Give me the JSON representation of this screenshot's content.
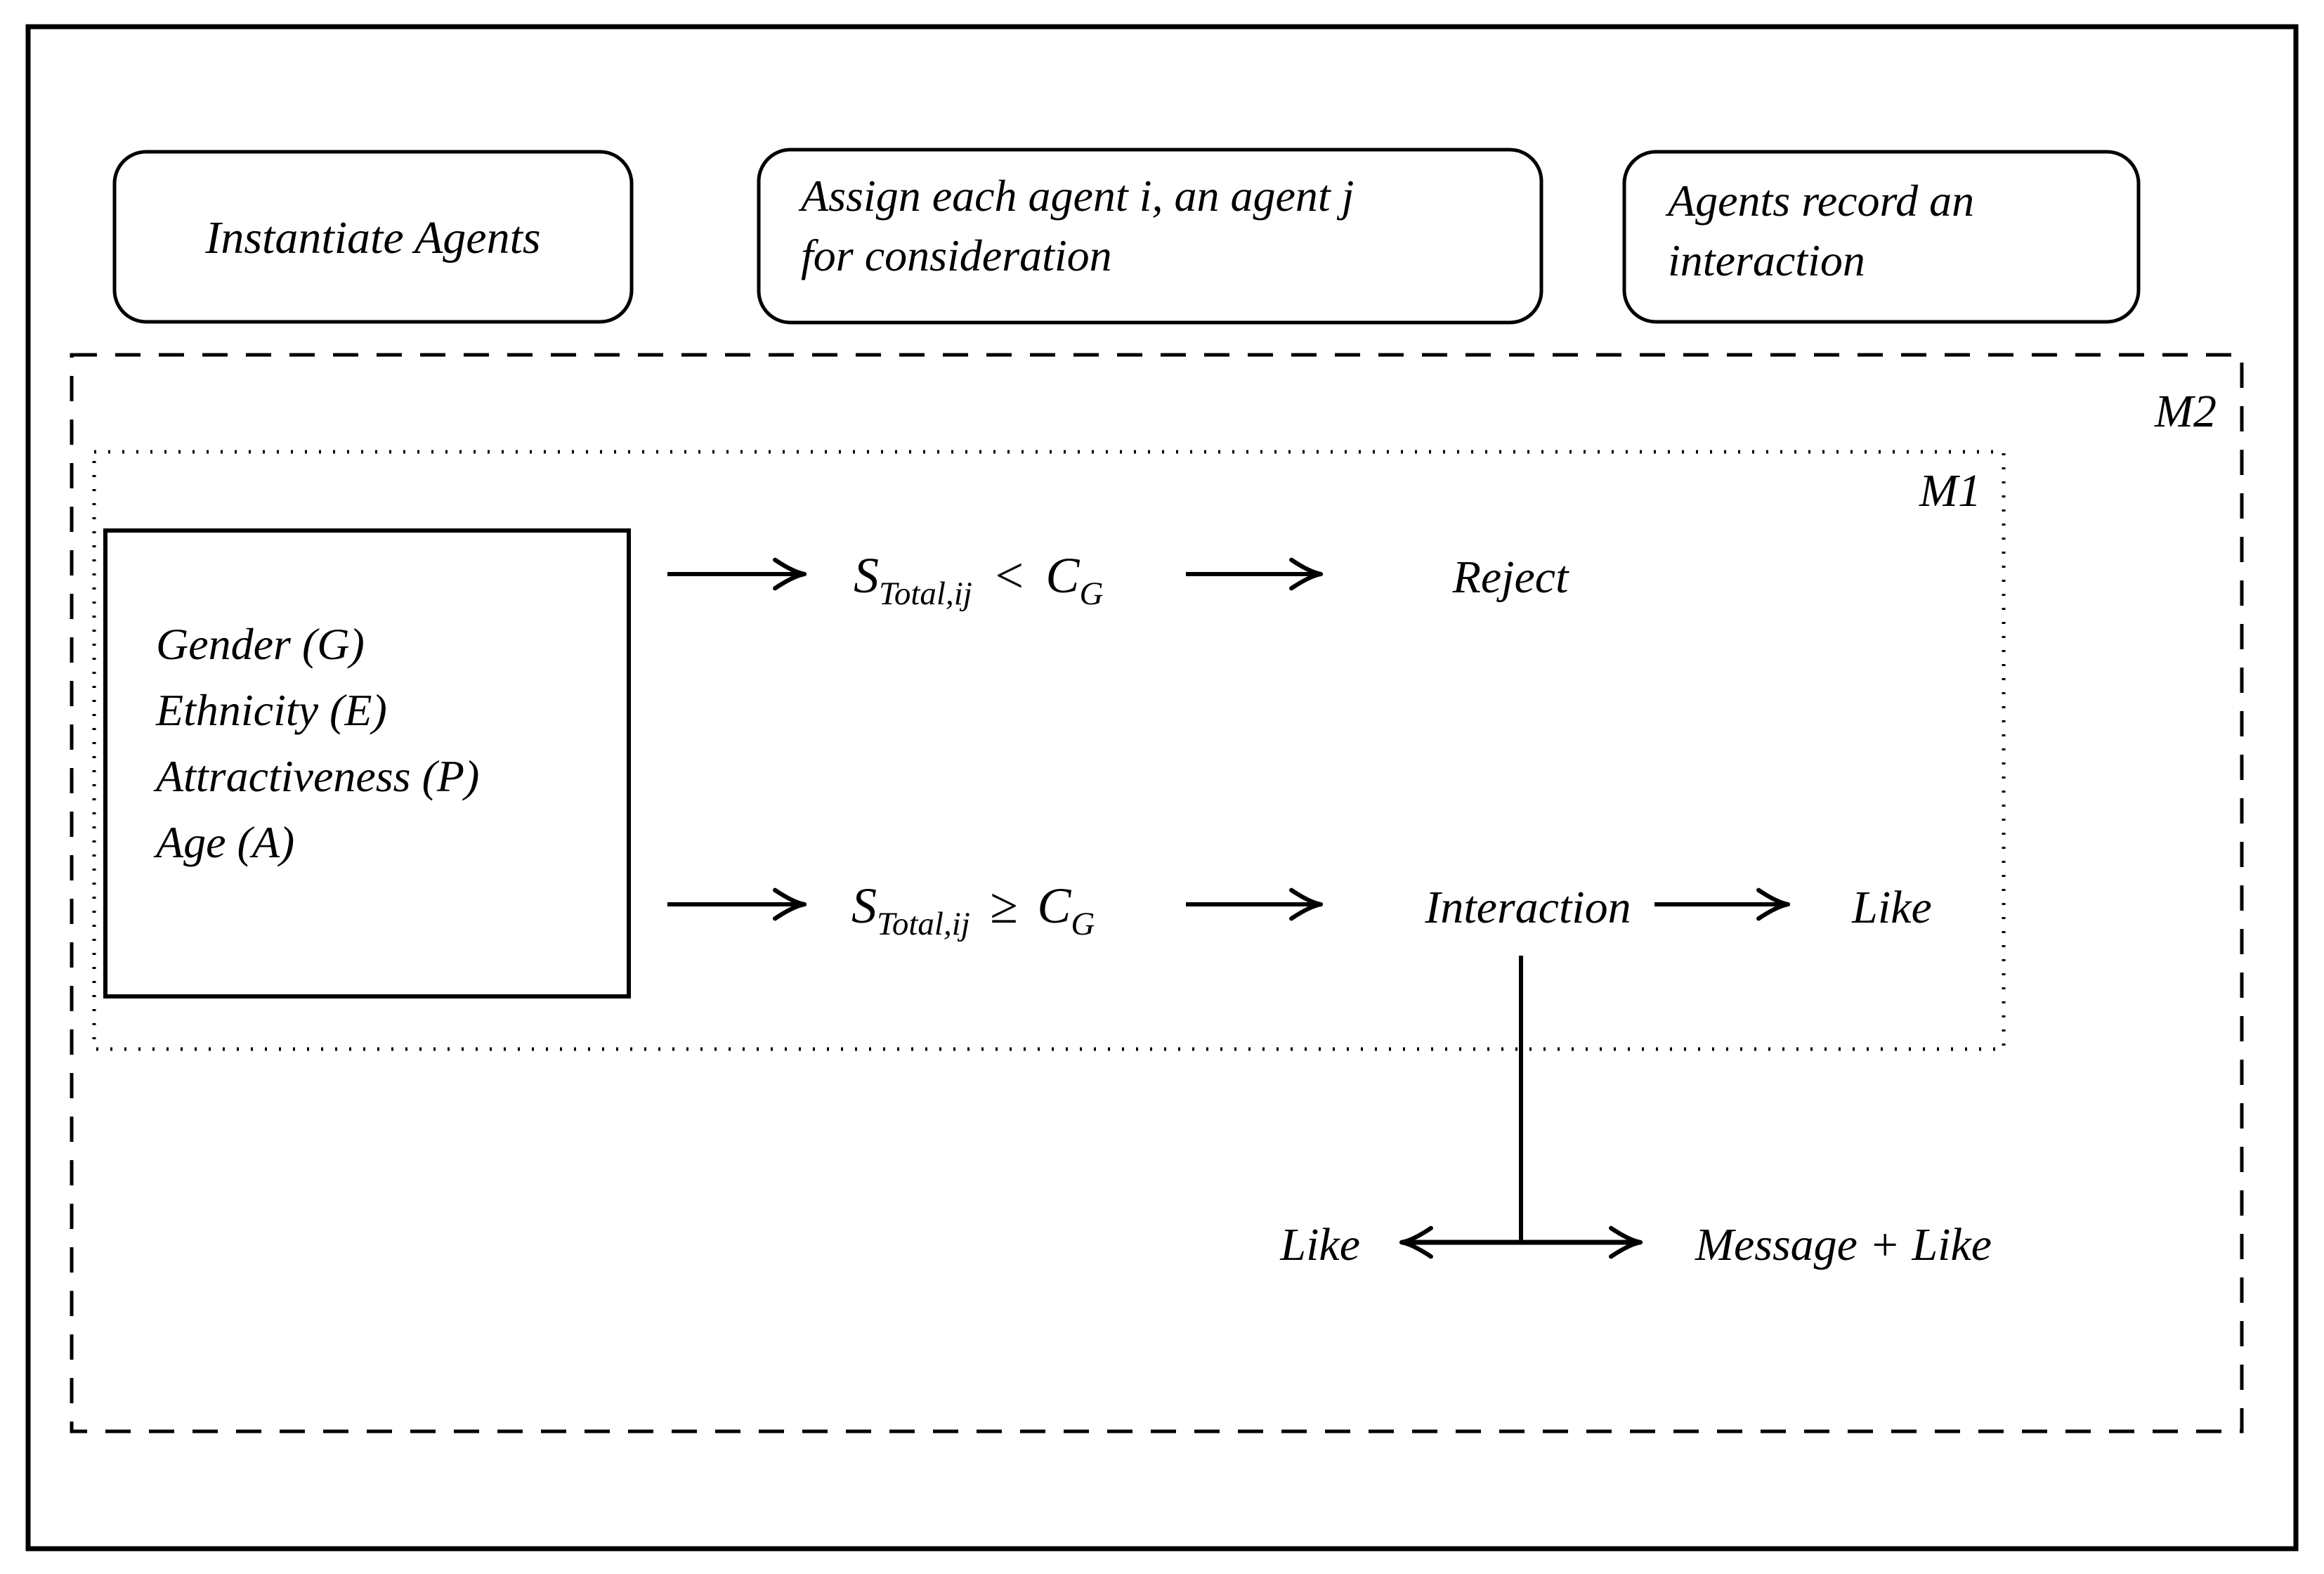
{
  "colors": {
    "ink": "#000000",
    "paper": "#ffffff"
  },
  "top_row": {
    "instantiate_box": {
      "label": "Instantiate Agents"
    },
    "assign_box": {
      "line1": "Assign each agent i, an agent j",
      "line2": "for consideration"
    },
    "record_box": {
      "line1": "Agents record an",
      "line2": "interaction"
    }
  },
  "modules": {
    "m2_label": "M2",
    "m1_label": "M1"
  },
  "attributes_box": {
    "line1": "Gender (G)",
    "line2": "Ethnicity (E)",
    "line3": "Attractiveness (P)",
    "line4": "Age (A)"
  },
  "reject_branch": {
    "score": "S",
    "score_sub": "Total,ij",
    "operator": "<",
    "cutoff": "C",
    "cutoff_sub": "G",
    "outcome": "Reject"
  },
  "accept_branch": {
    "score": "S",
    "score_sub": "Total,ij",
    "operator": "≥",
    "cutoff": "C",
    "cutoff_sub": "G",
    "outcome": "Interaction",
    "result": "Like"
  },
  "interaction_split": {
    "left": "Like",
    "right": "Message + Like"
  }
}
